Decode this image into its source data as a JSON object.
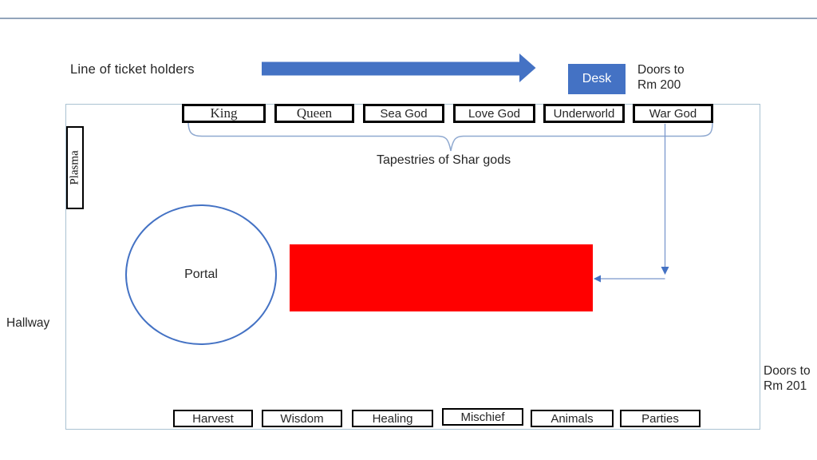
{
  "colors": {
    "accent_blue": "#4472C4",
    "red": "#FF0000",
    "wall_line": "#aac2d2",
    "divider_line": "#93a5bb",
    "connector_line": "#7b97cc",
    "brace_line": "#8fa9d0",
    "box_border": "#000000",
    "text_dark": "#262626"
  },
  "queue": {
    "label": "Line of ticket holders"
  },
  "desk": {
    "label": "Desk"
  },
  "doors_top": {
    "line1": "Doors to",
    "line2": "Rm 200"
  },
  "doors_right": {
    "line1": "Doors to",
    "line2": "Rm 201"
  },
  "hallway": {
    "label": "Hallway"
  },
  "plasma": {
    "label": "Plasma"
  },
  "portal": {
    "label": "Portal"
  },
  "tapestries": {
    "caption": "Tapestries of Shar gods",
    "items": [
      "King",
      "Queen",
      "Sea God",
      "Love God",
      "Underworld",
      "War God"
    ]
  },
  "stations": {
    "items": [
      "Harvest",
      "Wisdom",
      "Healing",
      "Mischief",
      "Animals",
      "Parties"
    ]
  }
}
